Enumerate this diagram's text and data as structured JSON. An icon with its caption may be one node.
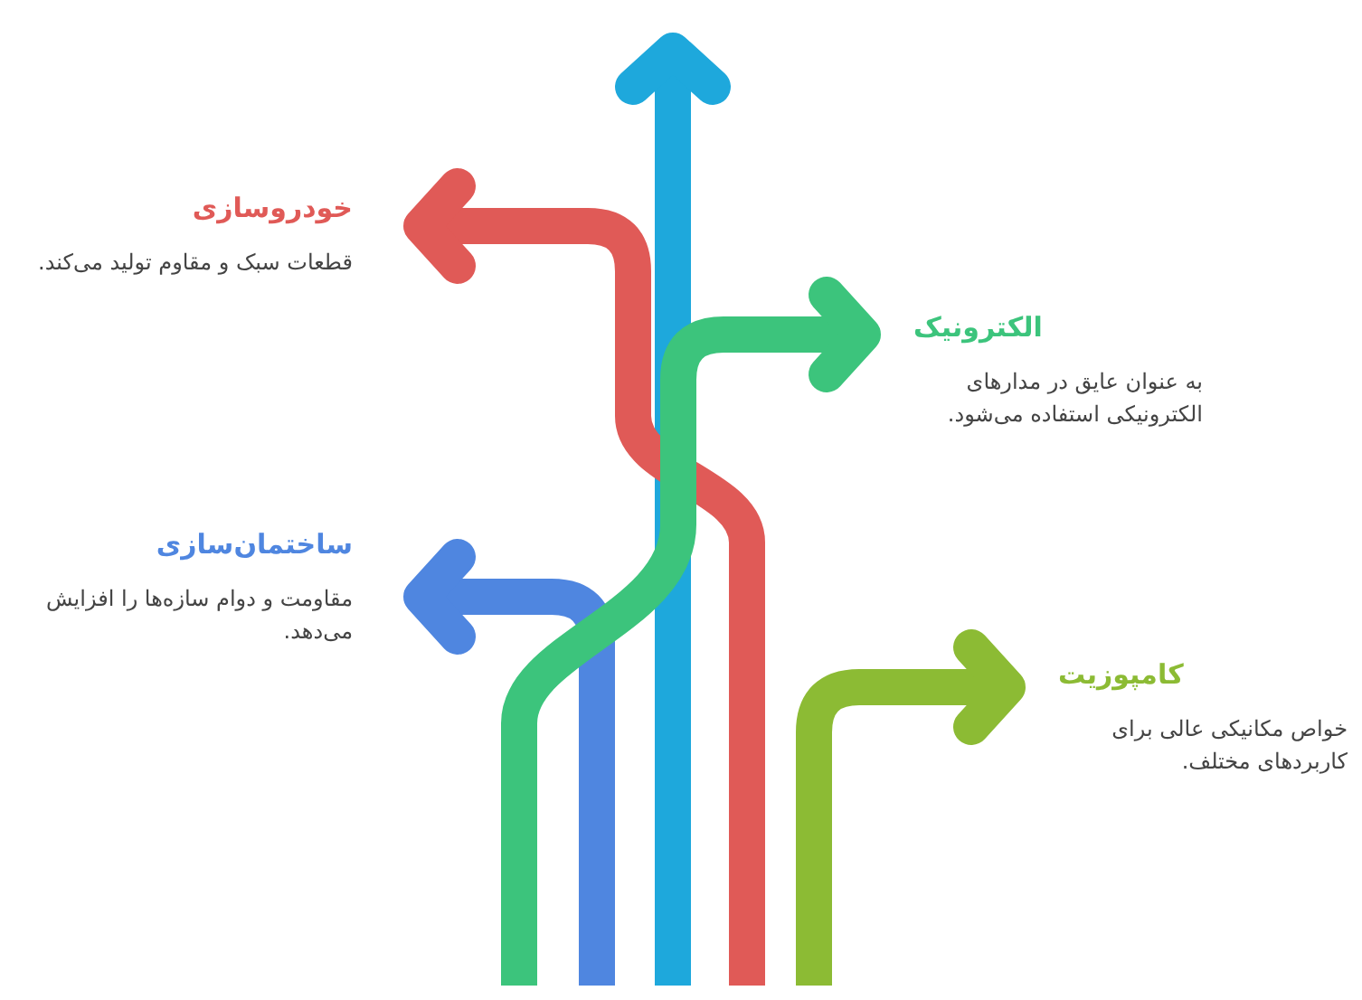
{
  "diagram": {
    "nodes": [
      {
        "text": [
          "خودروسازی",
          "قطعات سبک و مقاوم تولید می‌کند."
        ]
      },
      {
        "text": [
          "الکترونیک",
          "به عنوان عایق در مدارهای الکترونیکی استفاده می‌شود."
        ]
      },
      {
        "text": [
          "ساختمان‌سازی",
          "مقاومت و دوام سازه‌ها را افزایش می‌دهد."
        ]
      },
      {
        "text": [
          "کامپوزیت",
          "خواص مکانیکی عالی برای کاربردهای مختلف."
        ]
      }
    ],
    "edges": [
      {
        "from": null,
        "to": 0,
        "arrow": "to",
        "color": "#e05a57"
      },
      {
        "from": null,
        "to": 2,
        "arrow": "to",
        "color": "#4f86e0"
      },
      {
        "from": null,
        "to": 1,
        "arrow": "to",
        "color": "#3cc47c"
      },
      {
        "from": null,
        "to": 3,
        "arrow": "to",
        "color": "#8cbb34"
      }
    ]
  }
}
